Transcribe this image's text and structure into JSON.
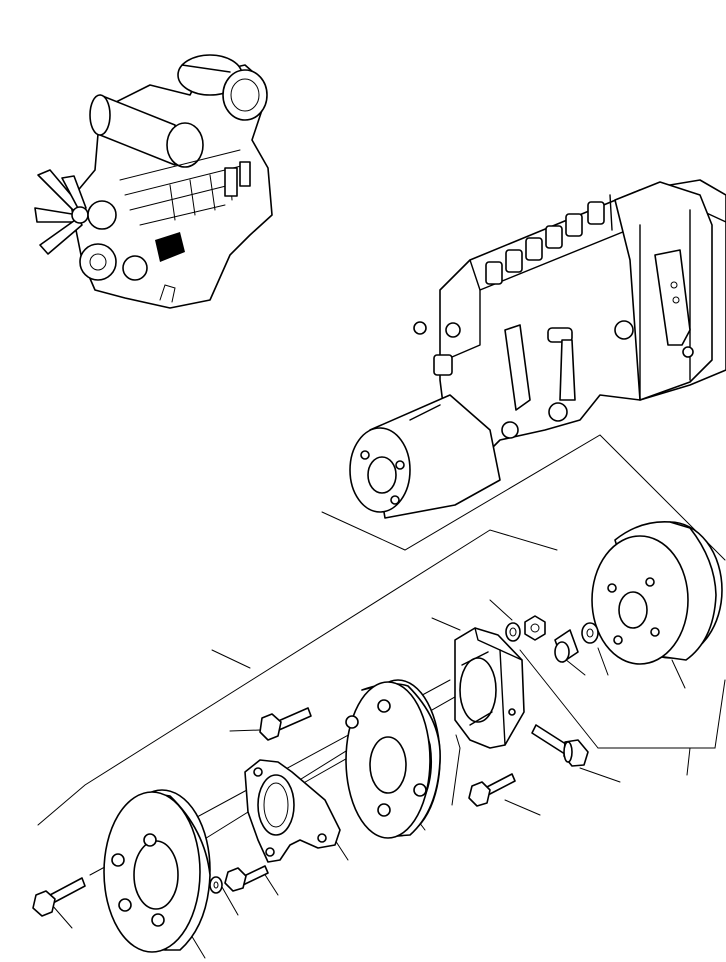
{
  "figure": {
    "kind": "exploded parts diagram",
    "colors": {
      "line": "#000000",
      "background": "#ffffff"
    },
    "parts": [
      "engine-overview",
      "injection-pump",
      "pulley",
      "washer",
      "nut",
      "spacer",
      "bracket",
      "flange-bolt",
      "bolt",
      "coupling-plate",
      "housing-flange",
      "adapter-plate"
    ]
  }
}
